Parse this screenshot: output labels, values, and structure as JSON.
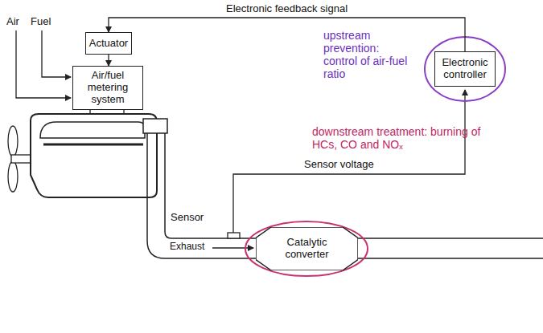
{
  "diagram": {
    "nodes": [
      {
        "text": [
          "Actuator"
        ]
      },
      {
        "text": [
          "Air/fuel metering system"
        ]
      },
      {
        "text": [
          "Electronic controller"
        ]
      },
      {
        "text": [
          "Catalytic converter"
        ]
      }
    ],
    "edges": [
      {
        "from": 2,
        "to": 0,
        "arrow": "to",
        "label": "Electronic feedback signal"
      },
      {
        "from": 0,
        "to": 1,
        "arrow": "to"
      }
    ],
    "labels": [
      "Air",
      "Fuel",
      "upstream prevention: control of air-fuel ratio",
      "Sensor voltage",
      "downstream treatment: burning of HCs, CO and NOₓ",
      "Sensor",
      "Exhaust"
    ]
  }
}
